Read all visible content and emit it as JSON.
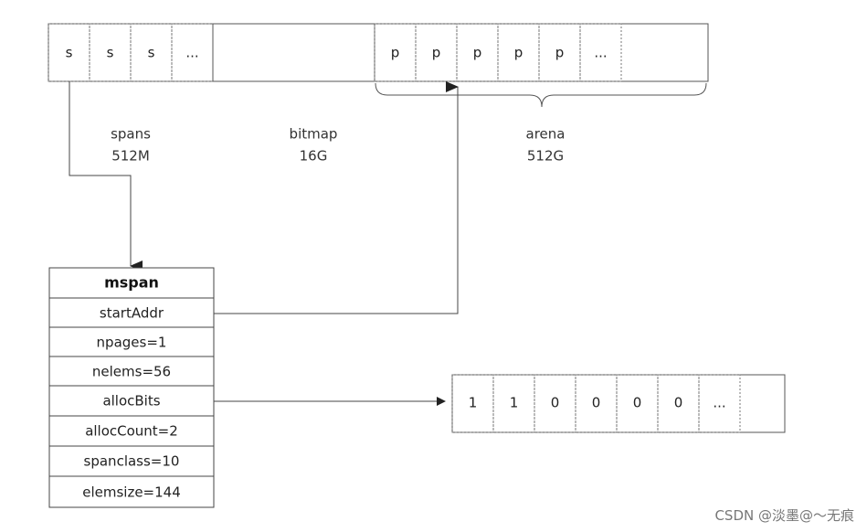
{
  "top_row": {
    "spans_cells": [
      "s",
      "s",
      "s",
      "..."
    ],
    "arena_cells": [
      "p",
      "p",
      "p",
      "p",
      "p",
      "..."
    ]
  },
  "labels": {
    "spans_name": "spans",
    "spans_size": "512M",
    "bitmap_name": "bitmap",
    "bitmap_size": "16G",
    "arena_name": "arena",
    "arena_size": "512G"
  },
  "mspan": {
    "title": "mspan",
    "fields": [
      "startAddr",
      "npages=1",
      "nelems=56",
      "allocBits",
      "allocCount=2",
      "spanclass=10",
      "elemsize=144"
    ]
  },
  "alloc_bits": [
    "1",
    "1",
    "0",
    "0",
    "0",
    "0",
    "..."
  ],
  "watermark": "CSDN @淡墨@～无痕"
}
